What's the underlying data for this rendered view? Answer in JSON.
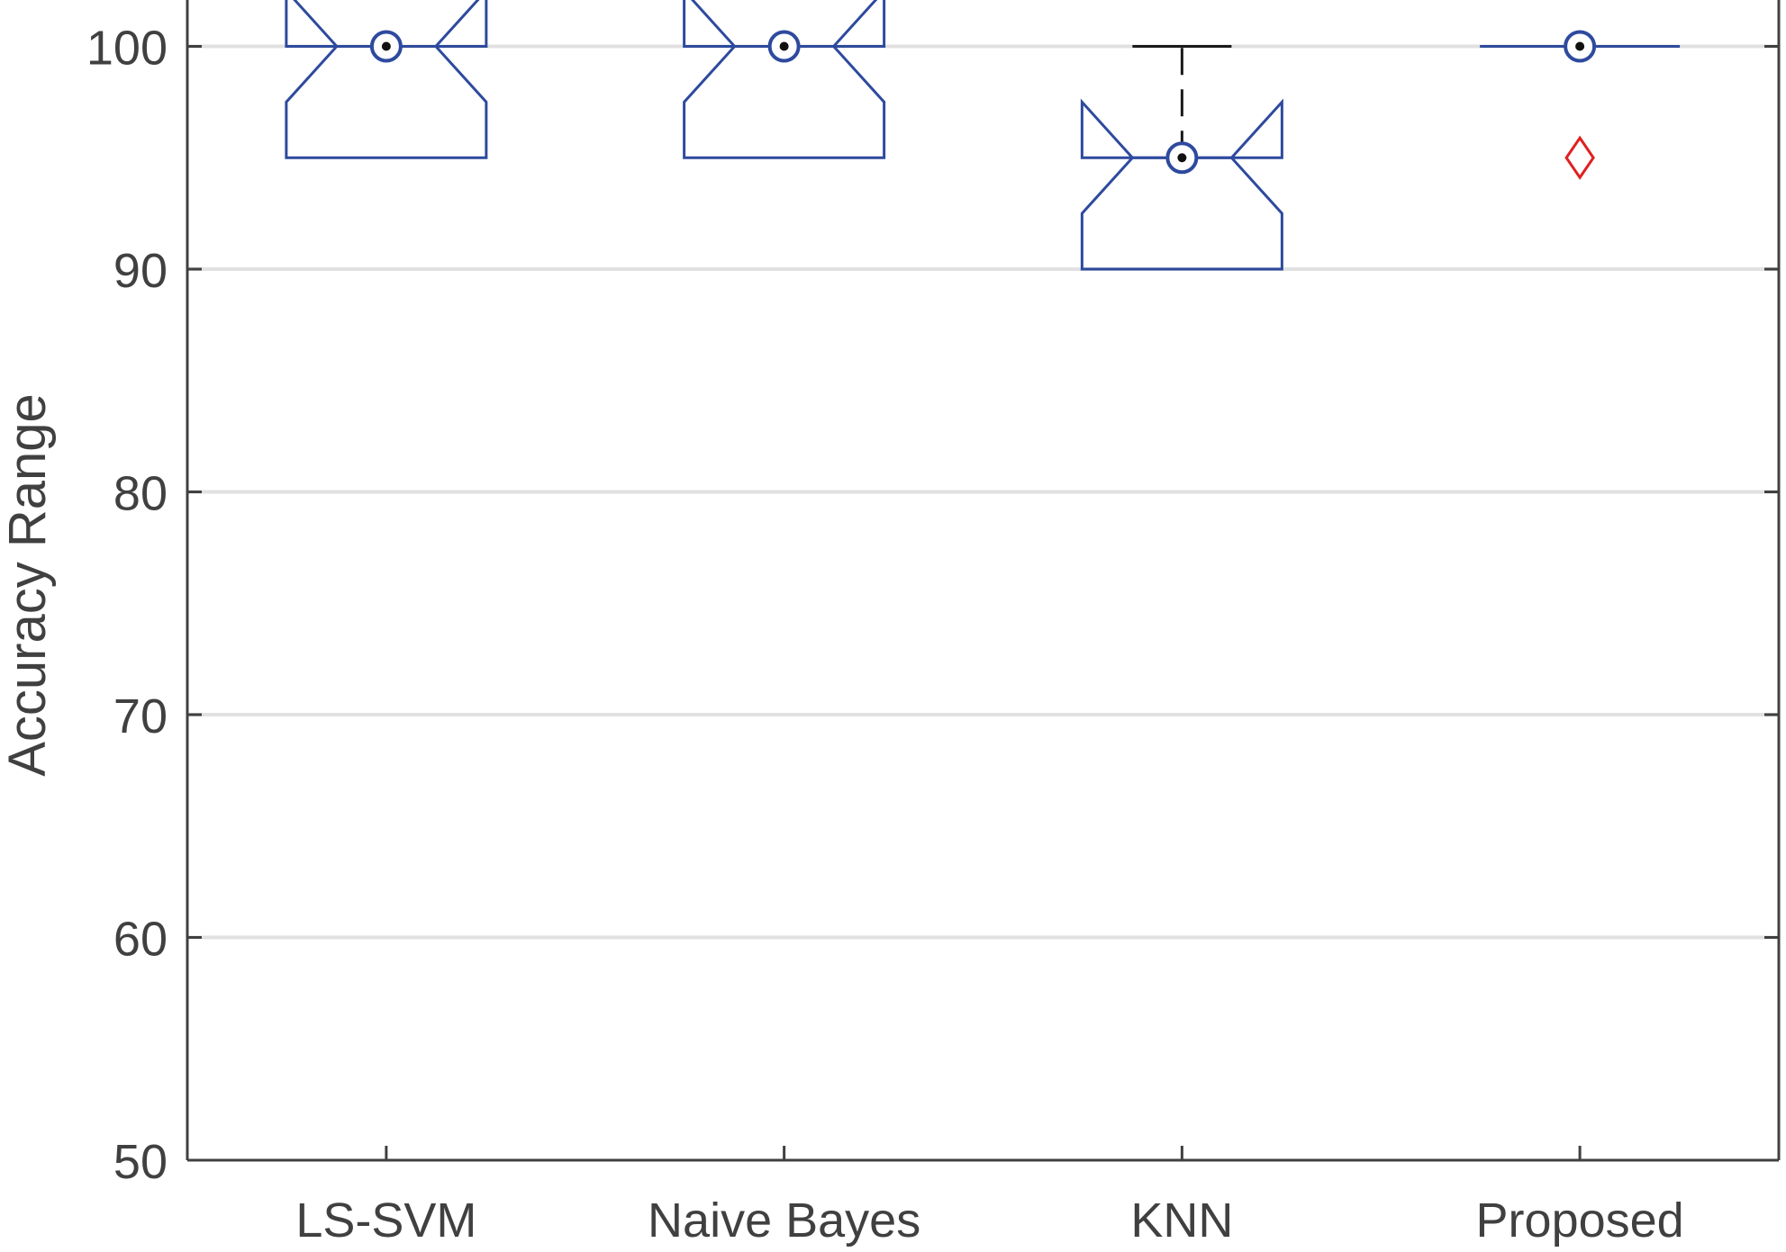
{
  "chart_data": {
    "type": "box",
    "title": "",
    "xlabel": "",
    "ylabel": "Accuracy Range",
    "ylim": [
      50,
      102
    ],
    "yticks": [
      50,
      60,
      70,
      80,
      90,
      100
    ],
    "grid": true,
    "notched": true,
    "categories": [
      "LS-SVM",
      "Naive Bayes",
      "KNN",
      "Proposed"
    ],
    "boxes": [
      {
        "category": "LS-SVM",
        "q1": 95,
        "median": 100,
        "q3": 100,
        "whisker_low": 95,
        "whisker_high": 100,
        "notch_low": 97.5,
        "notch_high": 102.5,
        "outliers": []
      },
      {
        "category": "Naive Bayes",
        "q1": 95,
        "median": 100,
        "q3": 100,
        "whisker_low": 95,
        "whisker_high": 100,
        "notch_low": 97.5,
        "notch_high": 102.5,
        "outliers": []
      },
      {
        "category": "KNN",
        "q1": 90,
        "median": 95,
        "q3": 95,
        "whisker_low": 90,
        "whisker_high": 100,
        "notch_low": 92.5,
        "notch_high": 97.5,
        "outliers": []
      },
      {
        "category": "Proposed",
        "q1": 100,
        "median": 100,
        "q3": 100,
        "whisker_low": 100,
        "whisker_high": 100,
        "notch_low": 100,
        "notch_high": 100,
        "outliers": [
          95
        ]
      }
    ],
    "colors": {
      "box": "#2e4a9e",
      "whisker": "#1a1a1a",
      "outlier": "#e02020",
      "grid": "#e1e1e1",
      "axis": "#404040"
    }
  }
}
